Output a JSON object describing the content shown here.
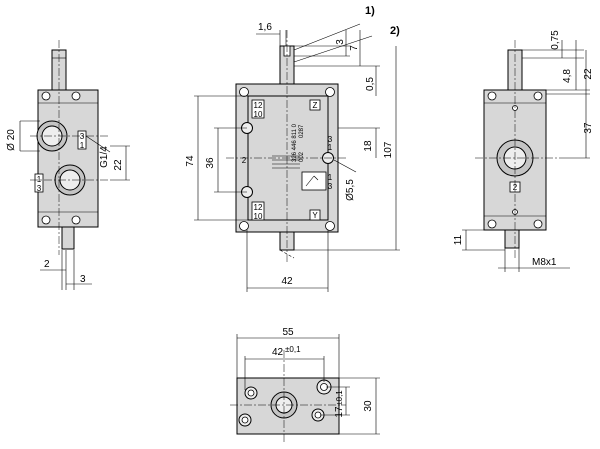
{
  "notes": {
    "n1": "1)",
    "n2": "2)"
  },
  "front_view": {
    "dims": {
      "pin_width": "1,6",
      "d3": "3",
      "d7": "7",
      "d0_5": "0,5",
      "height_74": "74",
      "height_36": "36",
      "height_107": "107",
      "d18": "18",
      "d5_5": "Ø5,5",
      "width_42": "42"
    },
    "ports": {
      "p12_top": "12",
      "p10_top": "10",
      "pZ": "Z",
      "p2": "2",
      "p3": "3",
      "p1_upper": "1",
      "p1_lower": "1",
      "p3_lower": "3",
      "p12_bot": "12",
      "p10_bot": "10",
      "pY": "Y"
    },
    "label_line1": "326 446 811 0",
    "label_line2": "002",
    "label_line3": "0287"
  },
  "left_view": {
    "dims": {
      "dia_20": "Ø 20",
      "thread": "G1/4",
      "d22": "22",
      "d2": "2",
      "d3": "3"
    },
    "ports": {
      "p3": "3",
      "p1": "1",
      "p1b": "1",
      "p3b": "3"
    }
  },
  "right_view": {
    "dims": {
      "d0_75": "0,75",
      "d4_8": "4,8",
      "d22": "22",
      "d37": "37",
      "d11": "11",
      "thread": "M8x1"
    },
    "ports": {
      "p2": "2"
    }
  },
  "bottom_view": {
    "dims": {
      "width_55": "55",
      "width_42": "42",
      "tol_42": "±0,1",
      "d17": "17",
      "tol_17": "±0,1",
      "height_30": "30"
    }
  }
}
